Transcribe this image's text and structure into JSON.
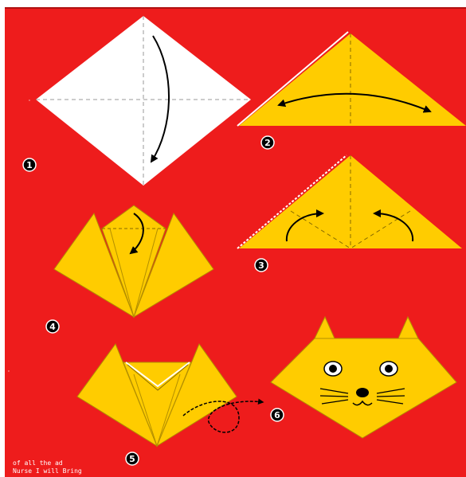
{
  "steps": [
    {
      "number": "1"
    },
    {
      "number": "2"
    },
    {
      "number": "3"
    },
    {
      "number": "4"
    },
    {
      "number": "5"
    },
    {
      "number": "6"
    }
  ],
  "credit": {
    "line1": "of all the ad",
    "line2": "Nurse I will Bring"
  },
  "colors": {
    "background": "#ee1c1c",
    "paper_front": "#ffcc00",
    "paper_back": "#ffffff",
    "fold_line": "#8a6d00",
    "outline": "#b38f00",
    "arrow": "#000000",
    "badge": "#000000"
  }
}
